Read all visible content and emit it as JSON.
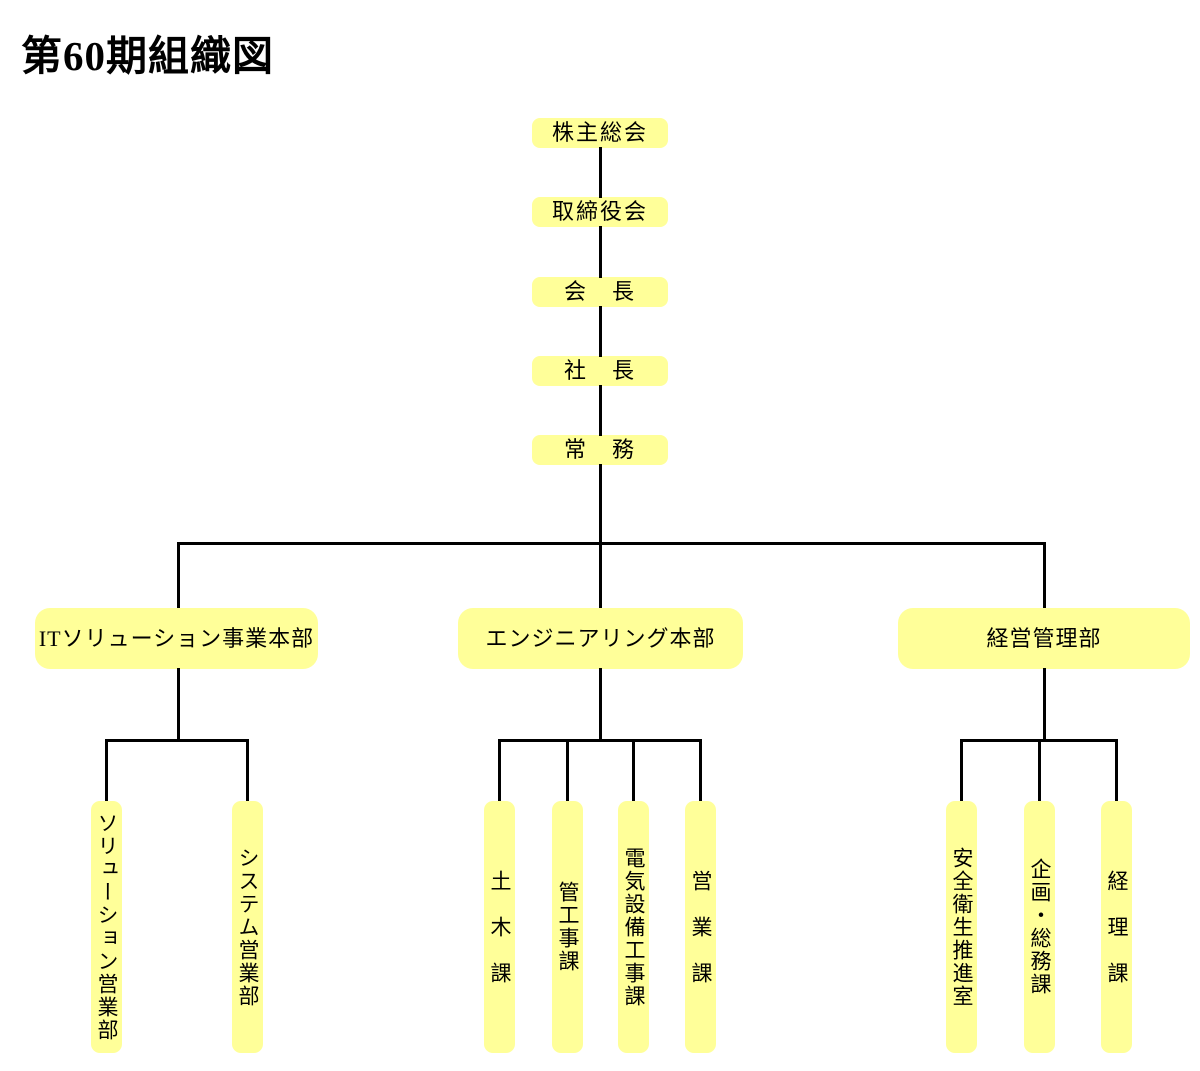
{
  "title": "第60期組織図",
  "chain": {
    "0": "株主総会",
    "1": "取締役会",
    "2": "会　長",
    "3": "社　長",
    "4": "常　務"
  },
  "divisions": {
    "0": {
      "label": "ITソリューション事業本部",
      "children": {
        "0": "ソリューション営業部",
        "1": "システム営業部"
      }
    },
    "1": {
      "label": "エンジニアリング本部",
      "children": {
        "0": "土　木　課",
        "1": "管工事課",
        "2": "電気設備工事課",
        "3": "営　業　課"
      }
    },
    "2": {
      "label": "経営管理部",
      "children": {
        "0": "安全衛生推進室",
        "1": "企画・総務課",
        "2": "経　理　課"
      }
    }
  },
  "colors": {
    "box_fill": "#ffff99",
    "line": "#000000",
    "text": "#000000",
    "background": "#ffffff"
  }
}
